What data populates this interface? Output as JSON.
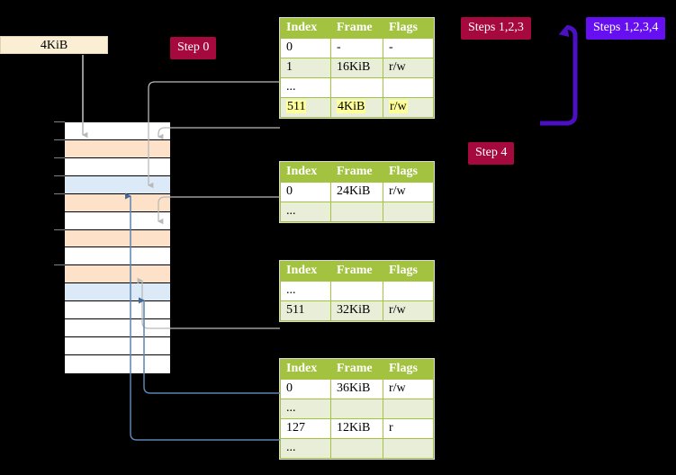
{
  "diagram": {
    "title": "Multi-level page table walk diagram",
    "background_color": "#000000"
  },
  "labels": {
    "step0": "Step 0",
    "step4": "Step 4",
    "steps123": "Steps 1,2,3",
    "steps1234": "Steps 1,2,3,4"
  },
  "colors": {
    "badge_red": "#a6093d",
    "badge_purple": "#6610f2",
    "table_header_green": "#a3c23f",
    "table_alt_row": "#e9eed9",
    "highlight_yellow": "#ffff99",
    "kib_box_fill": "#faefd4",
    "mem_orange": "#fde1c8",
    "mem_blue": "#dce9f7",
    "arrow_gray": "#b3b3b3",
    "arrow_blue": "#5b84b1"
  },
  "memory_box": {
    "label": "4KiB"
  },
  "memory_column": {
    "rows": [
      {
        "fill": "white"
      },
      {
        "fill": "orange"
      },
      {
        "fill": "white"
      },
      {
        "fill": "blue"
      },
      {
        "fill": "orange"
      },
      {
        "fill": "white"
      },
      {
        "fill": "orange"
      },
      {
        "fill": "white"
      },
      {
        "fill": "orange"
      },
      {
        "fill": "blue"
      },
      {
        "fill": "white"
      },
      {
        "fill": "white"
      },
      {
        "fill": "white"
      },
      {
        "fill": "white"
      }
    ]
  },
  "tables": [
    {
      "name": "level-1-page-table",
      "headers": [
        "Index",
        "Frame",
        "Flags"
      ],
      "rows": [
        {
          "cells": [
            "0",
            "-",
            "-"
          ],
          "style": "plain",
          "highlight": false
        },
        {
          "cells": [
            "1",
            "16KiB",
            "r/w"
          ],
          "style": "alt",
          "highlight": false
        },
        {
          "cells": [
            "...",
            "",
            ""
          ],
          "style": "plain",
          "highlight": false
        },
        {
          "cells": [
            "511",
            "4KiB",
            "r/w"
          ],
          "style": "alt",
          "highlight": true
        }
      ]
    },
    {
      "name": "level-2-page-table",
      "headers": [
        "Index",
        "Frame",
        "Flags"
      ],
      "rows": [
        {
          "cells": [
            "0",
            "24KiB",
            "r/w"
          ],
          "style": "plain",
          "highlight": false
        },
        {
          "cells": [
            "...",
            "",
            ""
          ],
          "style": "alt",
          "highlight": false
        }
      ]
    },
    {
      "name": "level-3-page-table",
      "headers": [
        "Index",
        "Frame",
        "Flags"
      ],
      "rows": [
        {
          "cells": [
            "...",
            "",
            ""
          ],
          "style": "plain",
          "highlight": false
        },
        {
          "cells": [
            "511",
            "32KiB",
            "r/w"
          ],
          "style": "alt",
          "highlight": false
        }
      ]
    },
    {
      "name": "level-4-page-table",
      "headers": [
        "Index",
        "Frame",
        "Flags"
      ],
      "rows": [
        {
          "cells": [
            "0",
            "36KiB",
            "r/w"
          ],
          "style": "plain",
          "highlight": false
        },
        {
          "cells": [
            "...",
            "",
            ""
          ],
          "style": "alt",
          "highlight": false
        },
        {
          "cells": [
            "127",
            "12KiB",
            "r"
          ],
          "style": "plain",
          "highlight": false
        },
        {
          "cells": [
            "...",
            "",
            ""
          ],
          "style": "alt",
          "highlight": false
        }
      ]
    }
  ]
}
